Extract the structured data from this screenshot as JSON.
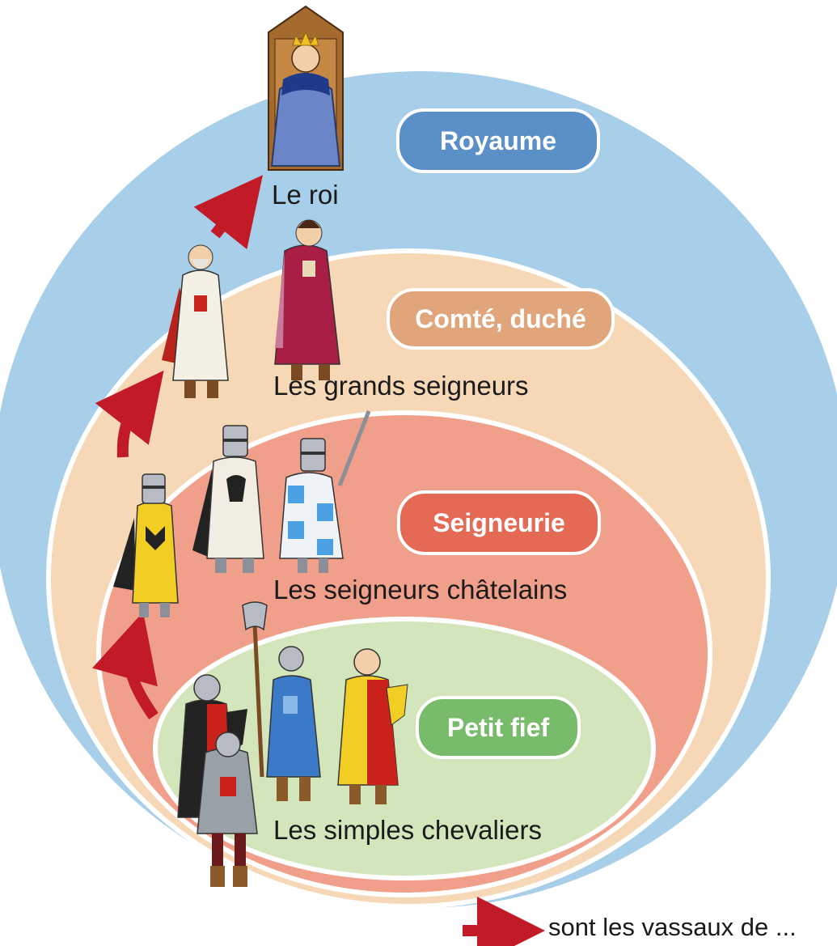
{
  "tiers": [
    {
      "label": "Royaume",
      "color": "#a8cfea",
      "badge_color": "#5b8fc8"
    },
    {
      "label": "Comté, duché",
      "color": "#f6d8b6",
      "badge_color": "#e0a57a"
    },
    {
      "label": "Seigneurie",
      "color": "#f0a08a",
      "badge_color": "#e56a55"
    },
    {
      "label": "Petit fief",
      "color": "#d3e5bb",
      "badge_color": "#78bb6a"
    }
  ],
  "ranks": [
    {
      "label": "Le roi"
    },
    {
      "label": "Les grands seigneurs"
    },
    {
      "label": "Les seigneurs châtelains"
    },
    {
      "label": "Les simples chevaliers"
    }
  ],
  "arrow_color": "#c21a26",
  "legend": {
    "text": "sont les vassaux de ..."
  }
}
